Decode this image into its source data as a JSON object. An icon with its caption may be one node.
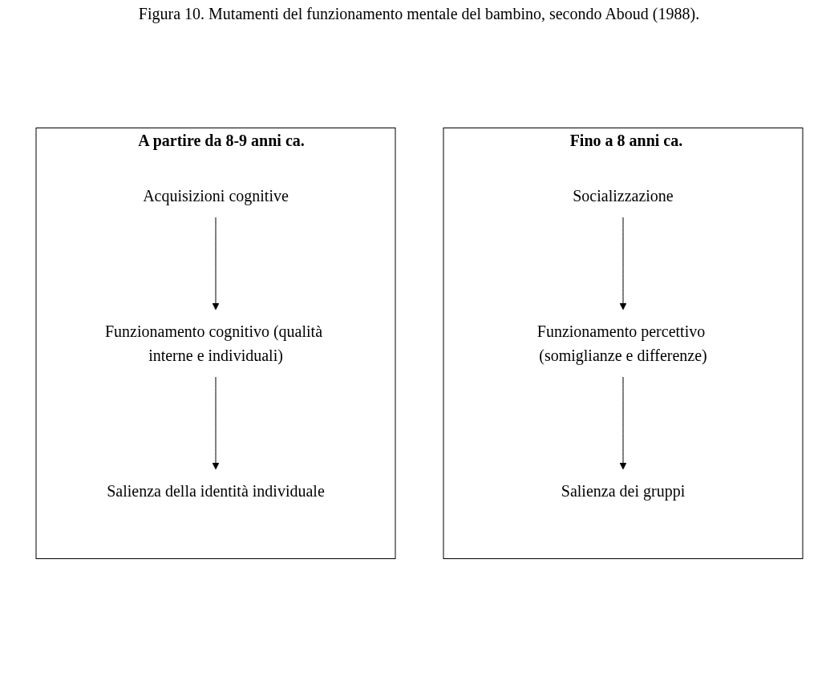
{
  "diagram": {
    "title": "Figura 10. Mutamenti del funzionamento mentale del bambino, secondo Aboud (1988).",
    "nodes": [
      {
        "text": [
          "Fino a 8 anni ca."
        ]
      },
      {
        "text": [
          "Socializzazione"
        ],
        "in": 0
      },
      {
        "text": [
          "Funzionamento percettivo (somiglianze e differenze)"
        ],
        "in": 0
      },
      {
        "text": [
          "Salienza dei gruppi"
        ],
        "in": 0
      },
      {
        "text": [
          "A partire da 8-9 anni ca."
        ]
      },
      {
        "text": [
          "Acquisizioni cognitive"
        ],
        "in": 4
      },
      {
        "text": [
          "Funzionamento cognitivo (qualità interne e individuali)"
        ],
        "in": 4
      },
      {
        "text": [
          "Salienza della identità individuale"
        ],
        "in": 4
      }
    ],
    "edges": [
      {
        "from": 1,
        "to": 2,
        "arrow": "to"
      },
      {
        "from": 2,
        "to": 3,
        "arrow": "to"
      },
      {
        "from": 5,
        "to": 6,
        "arrow": "to"
      },
      {
        "from": 6,
        "to": 7,
        "arrow": "to"
      }
    ]
  }
}
